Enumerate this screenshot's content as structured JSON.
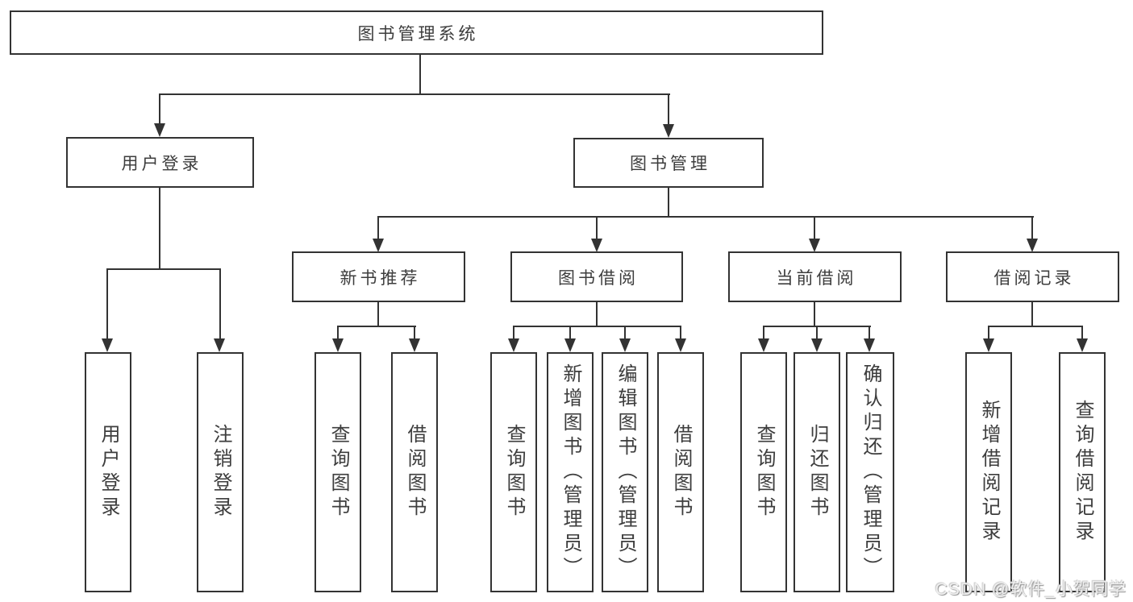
{
  "tree": {
    "root": {
      "label": "图书管理系统"
    },
    "children": [
      {
        "label": "用户登录",
        "children": [
          {
            "label": "用户登录"
          },
          {
            "label": "注销登录"
          }
        ]
      },
      {
        "label": "图书管理",
        "children": [
          {
            "label": "新书推荐",
            "children": [
              {
                "label": "查询图书"
              },
              {
                "label": "借阅图书"
              }
            ]
          },
          {
            "label": "图书借阅",
            "children": [
              {
                "label": "查询图书"
              },
              {
                "label": "新增图书（管理员）"
              },
              {
                "label": "编辑图书（管理员）"
              },
              {
                "label": "借阅图书"
              }
            ]
          },
          {
            "label": "当前借阅",
            "children": [
              {
                "label": "查询图书"
              },
              {
                "label": "归还图书"
              },
              {
                "label": "确认归还（管理员）"
              }
            ]
          },
          {
            "label": "借阅记录",
            "children": [
              {
                "label": "新增借阅记录"
              },
              {
                "label": "查询借阅记录"
              }
            ]
          }
        ]
      }
    ]
  },
  "watermark": {
    "text": "CSDN @软件_小贺同学"
  },
  "colors": {
    "line": "#333333",
    "text": "#3d3d3d",
    "background": "#ffffff",
    "watermark": "#f0f0f0"
  }
}
